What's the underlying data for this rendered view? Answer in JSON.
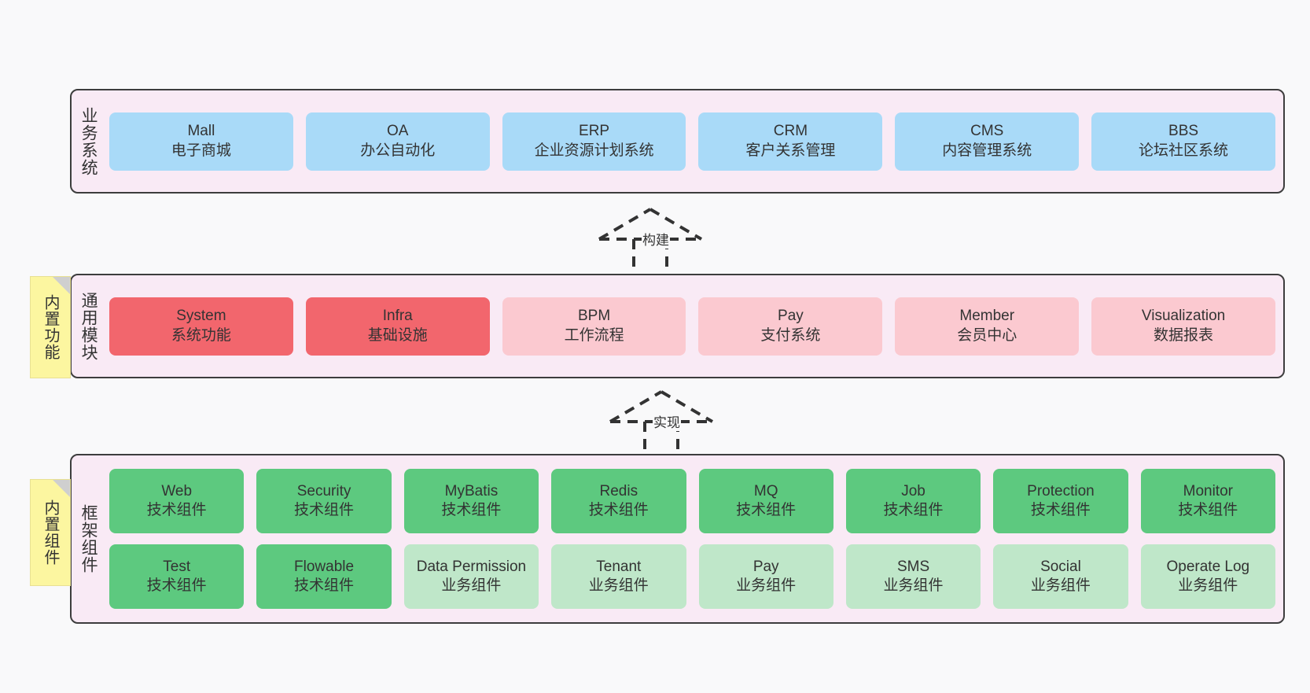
{
  "diagram": {
    "background_color": "#f9f9fa",
    "layer_fill": "#f9eaf5",
    "layer_border": "#3d3d3d"
  },
  "layers": [
    {
      "id": "business",
      "title": "业务系统",
      "rows": [
        {
          "cells": [
            {
              "en": "Mall",
              "cn": "电子商城",
              "color": "#a9daf8",
              "variant": "c-blue"
            },
            {
              "en": "OA",
              "cn": "办公自动化",
              "color": "#a9daf8",
              "variant": "c-blue"
            },
            {
              "en": "ERP",
              "cn": "企业资源计划系统",
              "color": "#a9daf8",
              "variant": "c-blue"
            },
            {
              "en": "CRM",
              "cn": "客户关系管理",
              "color": "#a9daf8",
              "variant": "c-blue"
            },
            {
              "en": "CMS",
              "cn": "内容管理系统",
              "color": "#a9daf8",
              "variant": "c-blue"
            },
            {
              "en": "BBS",
              "cn": "论坛社区系统",
              "color": "#a9daf8",
              "variant": "c-blue"
            }
          ]
        }
      ]
    },
    {
      "id": "common",
      "title": "通用模块",
      "note": "内置功能",
      "rows": [
        {
          "cells": [
            {
              "en": "System",
              "cn": "系统功能",
              "color": "#f2666d",
              "variant": "c-red"
            },
            {
              "en": "Infra",
              "cn": "基础设施",
              "color": "#f2666d",
              "variant": "c-red"
            },
            {
              "en": "BPM",
              "cn": "工作流程",
              "color": "#fbc9d0",
              "variant": "c-pink"
            },
            {
              "en": "Pay",
              "cn": "支付系统",
              "color": "#fbc9d0",
              "variant": "c-pink"
            },
            {
              "en": "Member",
              "cn": "会员中心",
              "color": "#fbc9d0",
              "variant": "c-pink"
            },
            {
              "en": "Visualization",
              "cn": "数据报表",
              "color": "#fbc9d0",
              "variant": "c-pink"
            }
          ]
        }
      ]
    },
    {
      "id": "framework",
      "title": "框架组件",
      "note": "内置组件",
      "rows": [
        {
          "cells": [
            {
              "en": "Web",
              "cn": "技术组件",
              "color": "#5dc97f",
              "variant": "c-green"
            },
            {
              "en": "Security",
              "cn": "技术组件",
              "color": "#5dc97f",
              "variant": "c-green"
            },
            {
              "en": "MyBatis",
              "cn": "技术组件",
              "color": "#5dc97f",
              "variant": "c-green"
            },
            {
              "en": "Redis",
              "cn": "技术组件",
              "color": "#5dc97f",
              "variant": "c-green"
            },
            {
              "en": "MQ",
              "cn": "技术组件",
              "color": "#5dc97f",
              "variant": "c-green"
            },
            {
              "en": "Job",
              "cn": "技术组件",
              "color": "#5dc97f",
              "variant": "c-green"
            },
            {
              "en": "Protection",
              "cn": "技术组件",
              "color": "#5dc97f",
              "variant": "c-green"
            },
            {
              "en": "Monitor",
              "cn": "技术组件",
              "color": "#5dc97f",
              "variant": "c-green"
            }
          ]
        },
        {
          "cells": [
            {
              "en": "Test",
              "cn": "技术组件",
              "color": "#5dc97f",
              "variant": "c-green"
            },
            {
              "en": "Flowable",
              "cn": "技术组件",
              "color": "#5dc97f",
              "variant": "c-green"
            },
            {
              "en": "Data Permission",
              "cn": "业务组件",
              "color": "#bfe7c9",
              "variant": "c-greenlite"
            },
            {
              "en": "Tenant",
              "cn": "业务组件",
              "color": "#bfe7c9",
              "variant": "c-greenlite"
            },
            {
              "en": "Pay",
              "cn": "业务组件",
              "color": "#bfe7c9",
              "variant": "c-greenlite"
            },
            {
              "en": "SMS",
              "cn": "业务组件",
              "color": "#bfe7c9",
              "variant": "c-greenlite"
            },
            {
              "en": "Social",
              "cn": "业务组件",
              "color": "#bfe7c9",
              "variant": "c-greenlite"
            },
            {
              "en": "Operate Log",
              "cn": "业务组件",
              "color": "#bfe7c9",
              "variant": "c-greenlite"
            }
          ]
        }
      ]
    }
  ],
  "connectors": [
    {
      "id": "build",
      "label": "构建",
      "style": "dashed-hollow-triangle-arrow",
      "from": "common",
      "to": "business"
    },
    {
      "id": "impl",
      "label": "实现",
      "style": "dashed-hollow-triangle-arrow",
      "from": "framework",
      "to": "common"
    }
  ],
  "notes": [
    {
      "id": "note-common",
      "text": "内置功能",
      "color": "#fcf6a0"
    },
    {
      "id": "note-framework",
      "text": "内置组件",
      "color": "#fcf6a0"
    }
  ]
}
